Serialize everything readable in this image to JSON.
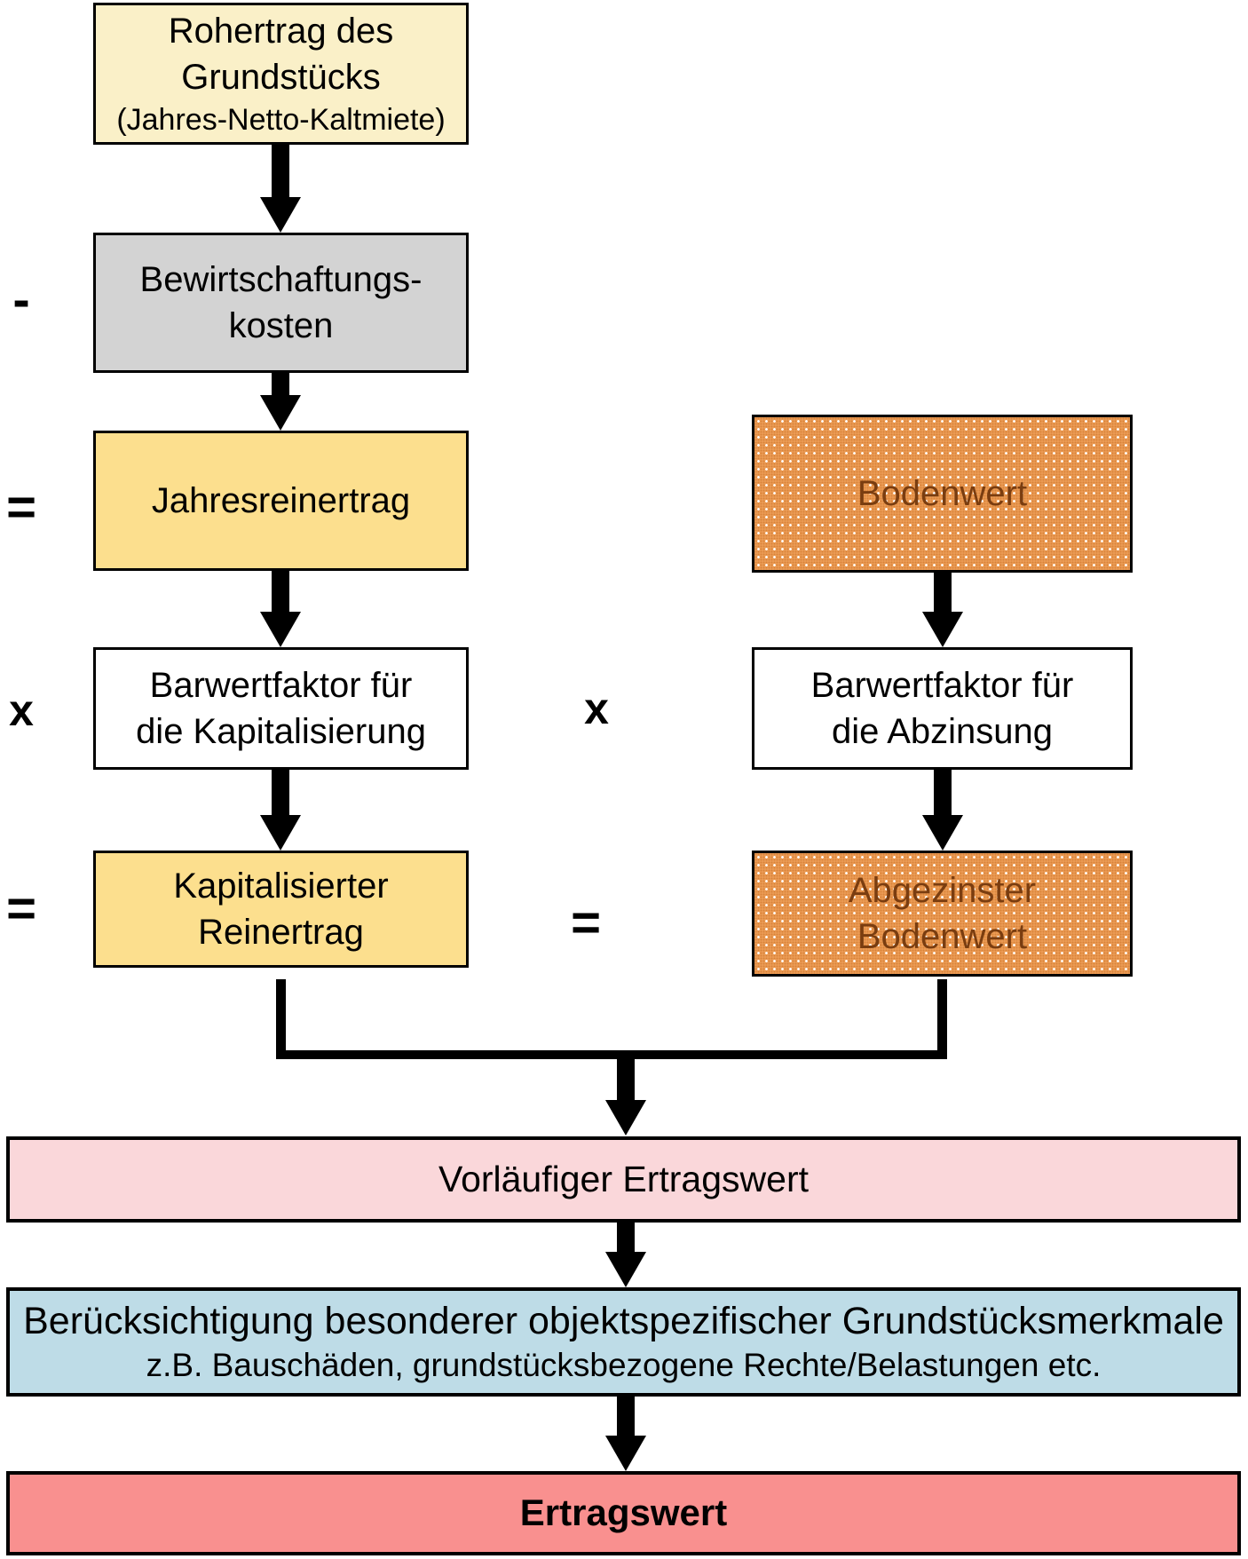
{
  "left_column": {
    "rohertrag": {
      "line1": "Rohertrag des",
      "line2": "Grundstücks",
      "line3": "(Jahres-Netto-Kaltmiete)"
    },
    "minus_operator": "-",
    "bewirtschaftungskosten": {
      "line1": "Bewirtschaftungs-",
      "line2": "kosten"
    },
    "equals_operator_1": "=",
    "jahresreinertrag": {
      "label": "Jahresreinertrag"
    },
    "multiply_operator": "x",
    "barwertfaktor_kapitalisierung": {
      "line1": "Barwertfaktor für",
      "line2": "die Kapitalisierung"
    },
    "equals_operator_2": "=",
    "kapitalisierter_reinertrag": {
      "line1": "Kapitalisierter",
      "line2": "Reinertrag"
    }
  },
  "right_column": {
    "bodenwert": {
      "label": "Bodenwert"
    },
    "multiply_operator": "x",
    "barwertfaktor_abzinsung": {
      "line1": "Barwertfaktor für",
      "line2": "die Abzinsung"
    },
    "equals_operator": "=",
    "abgezinster_bodenwert": {
      "line1": "Abgezinster",
      "line2": "Bodenwert"
    }
  },
  "bottom_sequence": {
    "vorlaeufiger_ertragswert": {
      "label": "Vorläufiger Ertragswert"
    },
    "besondere_merkmale": {
      "title": "Berücksichtigung besonderer objektspezifischer Grundstücksmerkmale",
      "subtitle": "z.B. Bauschäden, grundstücksbezogene Rechte/Belastungen etc."
    },
    "ertragswert": {
      "label": "Ertragswert"
    }
  },
  "colors": {
    "cream_box": "#faf0c8",
    "gray_box": "#d3d3d3",
    "yellow_box": "#fcdf8e",
    "white_box": "#ffffff",
    "orange_halftone_box": "#f0a25c",
    "orange_box_text": "#7a3d10",
    "pink_box": "#fad7da",
    "blue_box": "#bedce7",
    "red_box": "#f9908f",
    "border_and_arrows": "#000000"
  }
}
